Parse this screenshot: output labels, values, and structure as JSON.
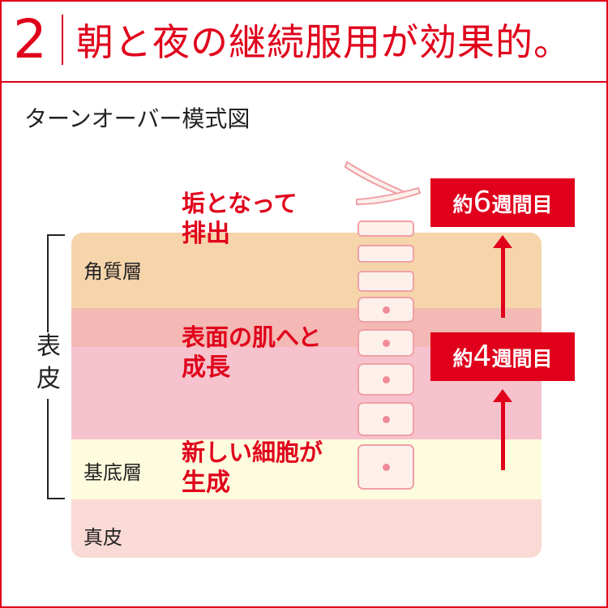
{
  "header": {
    "step_number": "2",
    "headline": "朝と夜の継続服用が効果的。"
  },
  "diagram": {
    "title": "ターンオーバー模式図",
    "epidermis_label": "表皮",
    "layers": {
      "stratum_corneum": "角質層",
      "basal_layer": "基底層",
      "dermis": "真皮"
    },
    "captions": {
      "excreted_line1": "垢となって",
      "excreted_line2": "排出",
      "grow_line1": "表面の肌へと",
      "grow_line2": "成長",
      "new_cells_line1": "新しい細胞が",
      "new_cells_line2": "生成"
    },
    "badges": {
      "six_weeks": {
        "prefix": "約",
        "number": "6",
        "suffix": "週間目"
      },
      "four_weeks": {
        "prefix": "約",
        "number": "4",
        "suffix": "週間目"
      }
    },
    "colors": {
      "accent": "#e0001b",
      "stratum_corneum": "#f6d5ab",
      "granular": "#f4b9b4",
      "spinous": "#f6c2cd",
      "basal": "#fefcde",
      "dermis": "#f9dad5"
    }
  }
}
